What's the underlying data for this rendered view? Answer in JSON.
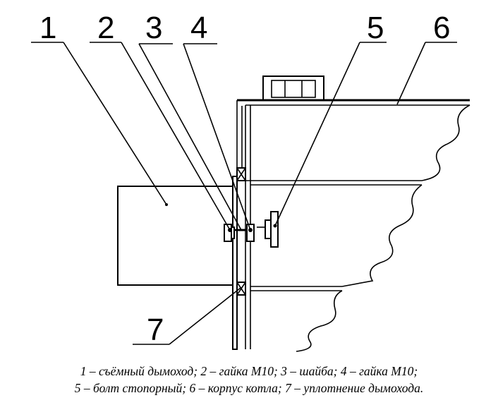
{
  "callouts": [
    "1",
    "2",
    "3",
    "4",
    "5",
    "6",
    "7"
  ],
  "caption": {
    "line1": "1 – съёмный дымоход; 2 – гайка М10; 3 – шайба; 4 – гайка М10;",
    "line2": "5 – болт стопорный; 6 – корпус котла; 7 – уплотнение дымохода."
  }
}
